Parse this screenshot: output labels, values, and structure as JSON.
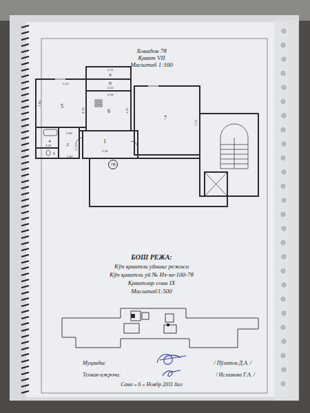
{
  "diagram": {
    "nodes": [
      {
        "text": [
          "78"
        ]
      }
    ],
    "labels": [
      "Хонадон 78",
      "Қават VII",
      "Масштаб 1:100",
      "2.21",
      "9",
      "8",
      "3.33",
      "3.30",
      "6",
      "4.10",
      "1.97",
      "5.33",
      "5",
      "3.84",
      "7",
      "5.73",
      "4",
      "2.00",
      "2.20",
      "2",
      "3",
      "1.52",
      "1.82",
      "1",
      "3.30",
      "БОШ РЕЖА:",
      "Кўп қаватли уйнинг режаси",
      "Кўп қаватли уй № Из-за-100-78",
      "Қаватлар сони IX",
      "Масштаб1:500",
      "Муҳандис",
      "/ Пўлатов Д.А. /",
      "Техник-ижрочи:",
      "/ Исламова Г.А. /",
      "Сана « 6 » Ноябр 2011 йил"
    ]
  }
}
